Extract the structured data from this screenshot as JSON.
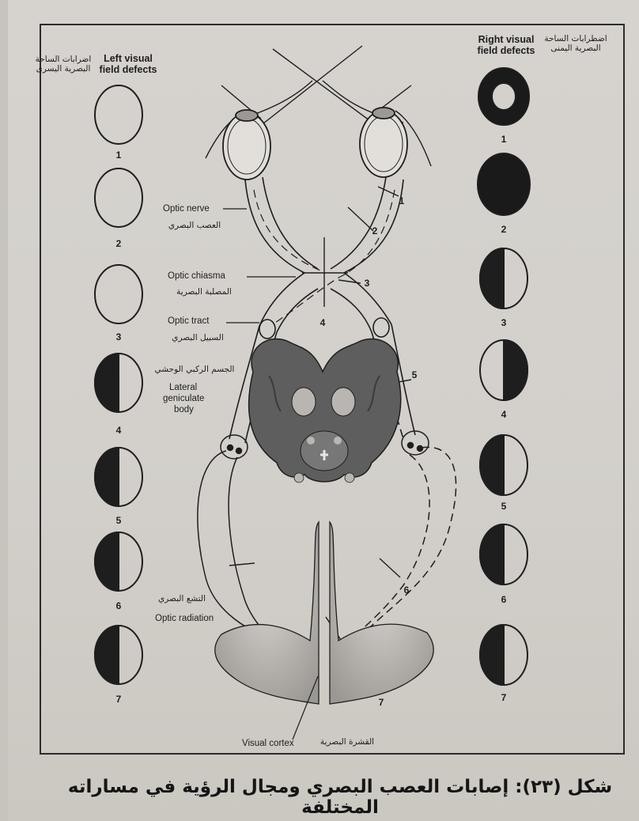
{
  "top_cut_text": "",
  "left_column": {
    "header_en": "Left visual field defects",
    "header_ar": "اضرابات الساحة البصرية اليسرى",
    "fields": [
      {
        "num": "1",
        "fill": "none"
      },
      {
        "num": "2",
        "fill": "none"
      },
      {
        "num": "3",
        "fill": "none"
      },
      {
        "num": "4",
        "fill": "left-half"
      },
      {
        "num": "5",
        "fill": "left-half"
      },
      {
        "num": "6",
        "fill": "left-half"
      },
      {
        "num": "7",
        "fill": "left-half"
      }
    ]
  },
  "right_column": {
    "header_en": "Right visual field defects",
    "header_ar": "اضطرابات الساحة البصرية اليمنى",
    "fields": [
      {
        "num": "1",
        "fill": "ring"
      },
      {
        "num": "2",
        "fill": "full"
      },
      {
        "num": "3",
        "fill": "left-half"
      },
      {
        "num": "4",
        "fill": "right-half"
      },
      {
        "num": "5",
        "fill": "left-half"
      },
      {
        "num": "6",
        "fill": "left-half"
      },
      {
        "num": "7",
        "fill": "left-half"
      }
    ]
  },
  "labels": {
    "optic_nerve_en": "Optic nerve",
    "optic_nerve_ar": "العصب البصري",
    "optic_chiasma_en": "Optic chiasma",
    "optic_chiasma_ar": "المصلبة البصرية",
    "optic_tract_en": "Optic tract",
    "optic_tract_ar": "السبيل البصري",
    "lgb_ar": "الجسم الركبي الوحشي",
    "lgb_en_1": "Lateral",
    "lgb_en_2": "geniculate",
    "lgb_en_3": "body",
    "optic_radiation_ar": "التشع البصري",
    "optic_radiation_en": "Optic radiation",
    "visual_cortex_en": "Visual cortex",
    "visual_cortex_ar": "القشرة البصرية"
  },
  "lesion_numbers": [
    "1",
    "2",
    "3",
    "4",
    "5",
    "6",
    "7"
  ],
  "caption": "شكل (٢٣): إصابات العصب البصري ومجال الرؤية في مساراته المختلفة",
  "colors": {
    "ink": "#1e1e1e",
    "brain": "#5f5f5f",
    "paper": "#d4d1cc"
  }
}
